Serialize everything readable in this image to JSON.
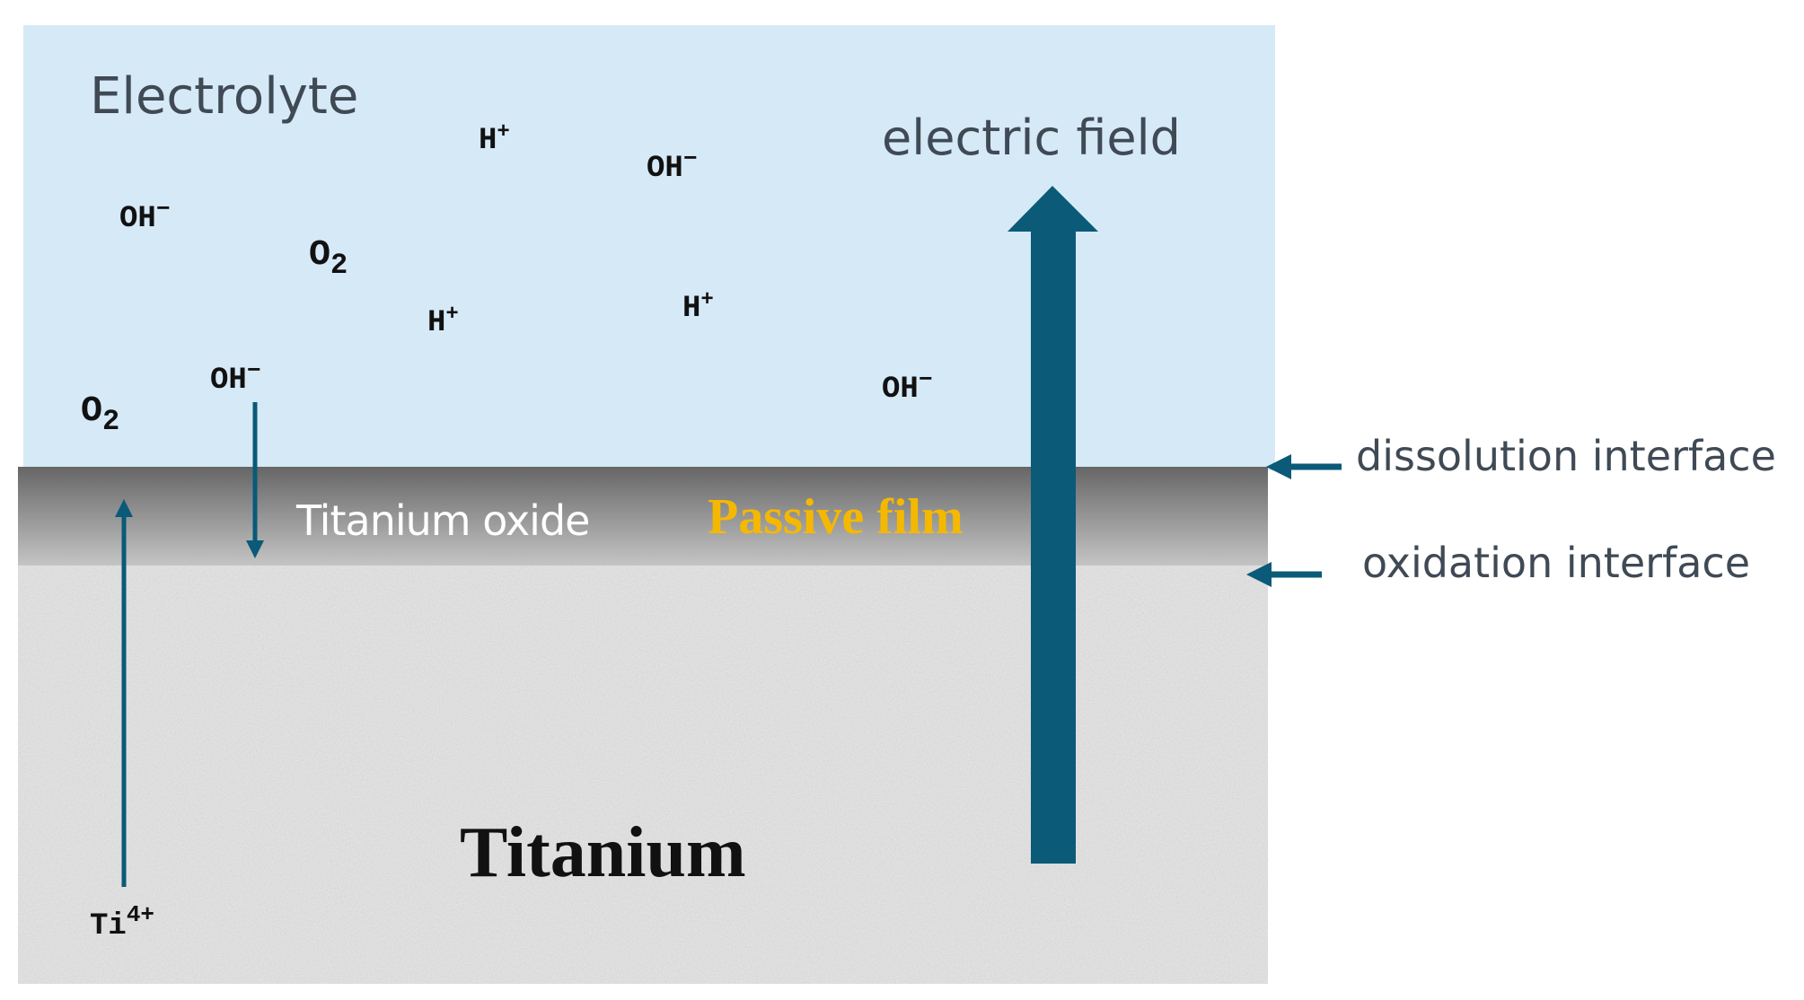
{
  "regions": {
    "electrolyte_label": "Electrolyte",
    "oxide_label": "Titanium oxide",
    "passive_film_label": "Passive film",
    "titanium_label": "Titanium"
  },
  "field": {
    "label": "electric field"
  },
  "interfaces": {
    "dissolution": "dissolution interface",
    "oxidation": "oxidation interface"
  },
  "species": [
    {
      "base": "H",
      "sup": "+",
      "sub": ""
    },
    {
      "base": "OH",
      "sup": "−",
      "sub": ""
    },
    {
      "base": "OH",
      "sup": "−",
      "sub": ""
    },
    {
      "base": "O",
      "sup": "",
      "sub": "2"
    },
    {
      "base": "H",
      "sup": "+",
      "sub": ""
    },
    {
      "base": "H",
      "sup": "+",
      "sub": ""
    },
    {
      "base": "OH",
      "sup": "−",
      "sub": ""
    },
    {
      "base": "O",
      "sup": "",
      "sub": "2"
    },
    {
      "base": "OH",
      "sup": "−",
      "sub": ""
    }
  ],
  "ti_ion": {
    "base": "Ti",
    "sup": "4+",
    "sub": ""
  },
  "colors": {
    "electrolyte": "#d6e9f7",
    "oxide_dark": "#6a6a6a",
    "oxide_light": "#c2c2c2",
    "metal": "#e6e6e6",
    "arrow": "#0a5a78",
    "passive_film": "#f5b800",
    "text_gray": "#3f4a55"
  }
}
